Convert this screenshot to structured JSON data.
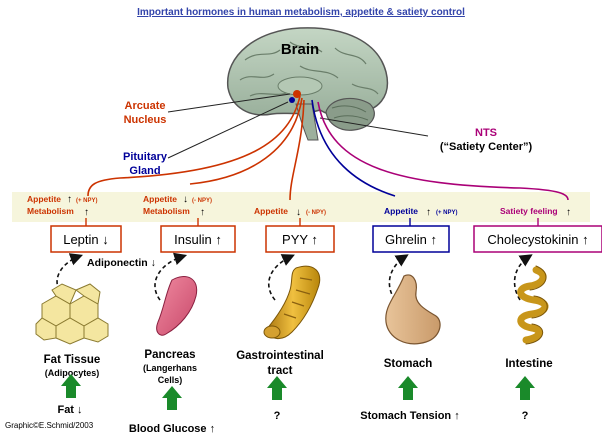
{
  "title": "Important hormones in human metabolism, appetite & satiety control",
  "brain": {
    "label": "Brain",
    "arcuate_line1": "Arcuate",
    "arcuate_line2": "Nucleus",
    "pituitary_line1": "Pituitary",
    "pituitary_line2": "Gland",
    "nts_line1": "NTS",
    "nts_line2": "(“Satiety Center”)"
  },
  "effects": {
    "leptin_appetite": "Appetite",
    "leptin_appetite_arrow": "↑",
    "leptin_npy": "(+ NPY)",
    "leptin_metabolism": "Metabolism",
    "leptin_metabolism_arrow": "↑",
    "insulin_appetite": "Appetite",
    "insulin_appetite_arrow": "↓",
    "insulin_npy": "(- NPY)",
    "insulin_metabolism": "Metabolism",
    "insulin_metabolism_arrow": "↑",
    "pyy_appetite": "Appetite",
    "pyy_appetite_arrow": "↓",
    "pyy_npy": "(- NPY)",
    "ghrelin_appetite": "Appetite",
    "ghrelin_appetite_arrow": "↑",
    "ghrelin_npy": "(+ NPY)",
    "cck_satiety": "Satiety feeling",
    "cck_satiety_arrow": "↑"
  },
  "hormones": {
    "leptin": "Leptin ↓",
    "insulin": "Insulin ↑",
    "pyy": "PYY ↑",
    "ghrelin": "Ghrelin ↑",
    "cck": "Cholecystokinin ↑"
  },
  "adiponectin": "Adiponectin ↓",
  "organs": {
    "fat_line1": "Fat Tissue",
    "fat_line2": "(Adipocytes)",
    "pancreas_line1": "Pancreas",
    "pancreas_line2": "(Langerhans",
    "pancreas_line3": "Cells)",
    "gi_line1": "Gastrointestinal",
    "gi_line2": "tract",
    "stomach": "Stomach",
    "intestine": "Intestine"
  },
  "stimuli": {
    "fat": "Fat ↓",
    "pancreas": "Blood Glucose ↑",
    "gi": "?",
    "stomach": "Stomach Tension ↑",
    "intestine": "?"
  },
  "credit": "Graphic©E.Schmid/2003",
  "colors": {
    "title": "#3344aa",
    "orange_red": "#cc3300",
    "navy": "#000099",
    "magenta": "#aa0077",
    "panel": "#f6f5dc",
    "green": "#1a8a2a"
  }
}
